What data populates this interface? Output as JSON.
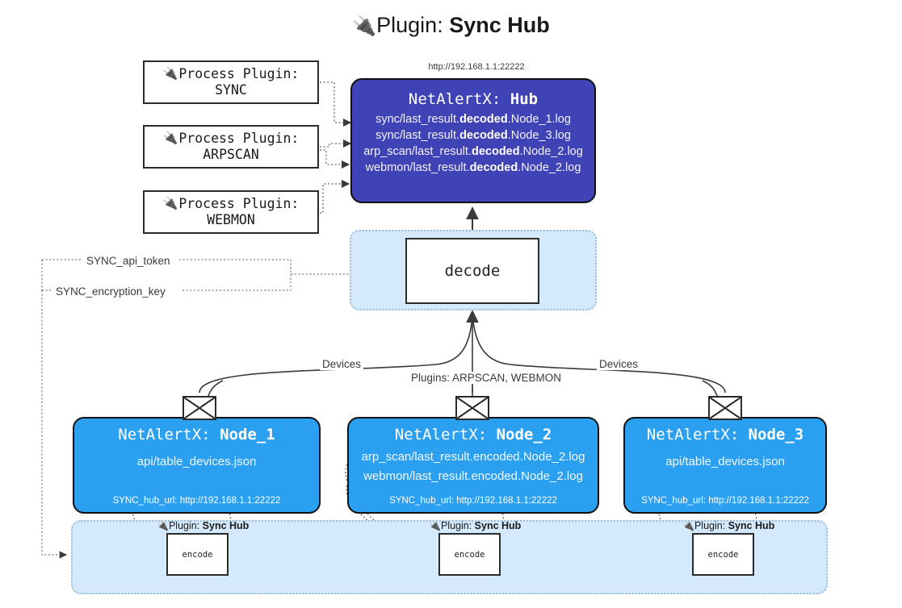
{
  "title": {
    "plug_icon": "plug-icon",
    "prefix": "Plugin:",
    "name": "Sync Hub"
  },
  "hub_url_label": "http://192.168.1.1:22222",
  "process_plugins": [
    {
      "prefix": "Process Plugin:",
      "name": "SYNC"
    },
    {
      "prefix": "Process Plugin:",
      "name": "ARPSCAN"
    },
    {
      "prefix": "Process Plugin:",
      "name": "WEBMON"
    }
  ],
  "hub": {
    "title_prefix": "NetAlertX:",
    "title_name": "Hub",
    "logs": [
      {
        "pre": "sync/last_result.",
        "bold": "decoded",
        "post": ".Node_1.log"
      },
      {
        "pre": "sync/last_result.",
        "bold": "decoded",
        "post": ".Node_3.log"
      },
      {
        "pre": "arp_scan/last_result.",
        "bold": "decoded",
        "post": ".Node_2.log"
      },
      {
        "pre": "webmon/last_result.",
        "bold": "decoded",
        "post": ".Node_2.log"
      }
    ]
  },
  "decode": {
    "label": "decode"
  },
  "edge_labels": {
    "api_token": "SYNC_api_token",
    "encryption_key": "SYNC_encryption_key",
    "devices_left": "Devices",
    "devices_right": "Devices",
    "plugins_center": "Plugins: ARPSCAN, WEBMON"
  },
  "nodes": [
    {
      "title_prefix": "NetAlertX:",
      "title_name": "Node_1",
      "lines": [
        "api/table_devices.json"
      ],
      "hub_url": "SYNC_hub_url: http://192.168.1.1:22222"
    },
    {
      "title_prefix": "NetAlertX:",
      "title_name": "Node_2",
      "lines": [
        "arp_scan/last_result.encoded.Node_2.log",
        "webmon/last_result.encoded.Node_2.log"
      ],
      "hub_url": "SYNC_hub_url: http://192.168.1.1:22222"
    },
    {
      "title_prefix": "NetAlertX:",
      "title_name": "Node_3",
      "lines": [
        "api/table_devices.json"
      ],
      "hub_url": "SYNC_hub_url: http://192.168.1.1:22222"
    }
  ],
  "encoders": [
    {
      "label_prefix": "Plugin:",
      "label_name": "Sync Hub",
      "box": "encode"
    },
    {
      "label_prefix": "Plugin:",
      "label_name": "Sync Hub",
      "box": "encode"
    },
    {
      "label_prefix": "Plugin:",
      "label_name": "Sync Hub",
      "box": "encode"
    }
  ],
  "colors": {
    "hub": "#3f43b5",
    "node": "#2ca0f0",
    "container": "#d4e9fb",
    "stroke": "#2b2b2b"
  }
}
